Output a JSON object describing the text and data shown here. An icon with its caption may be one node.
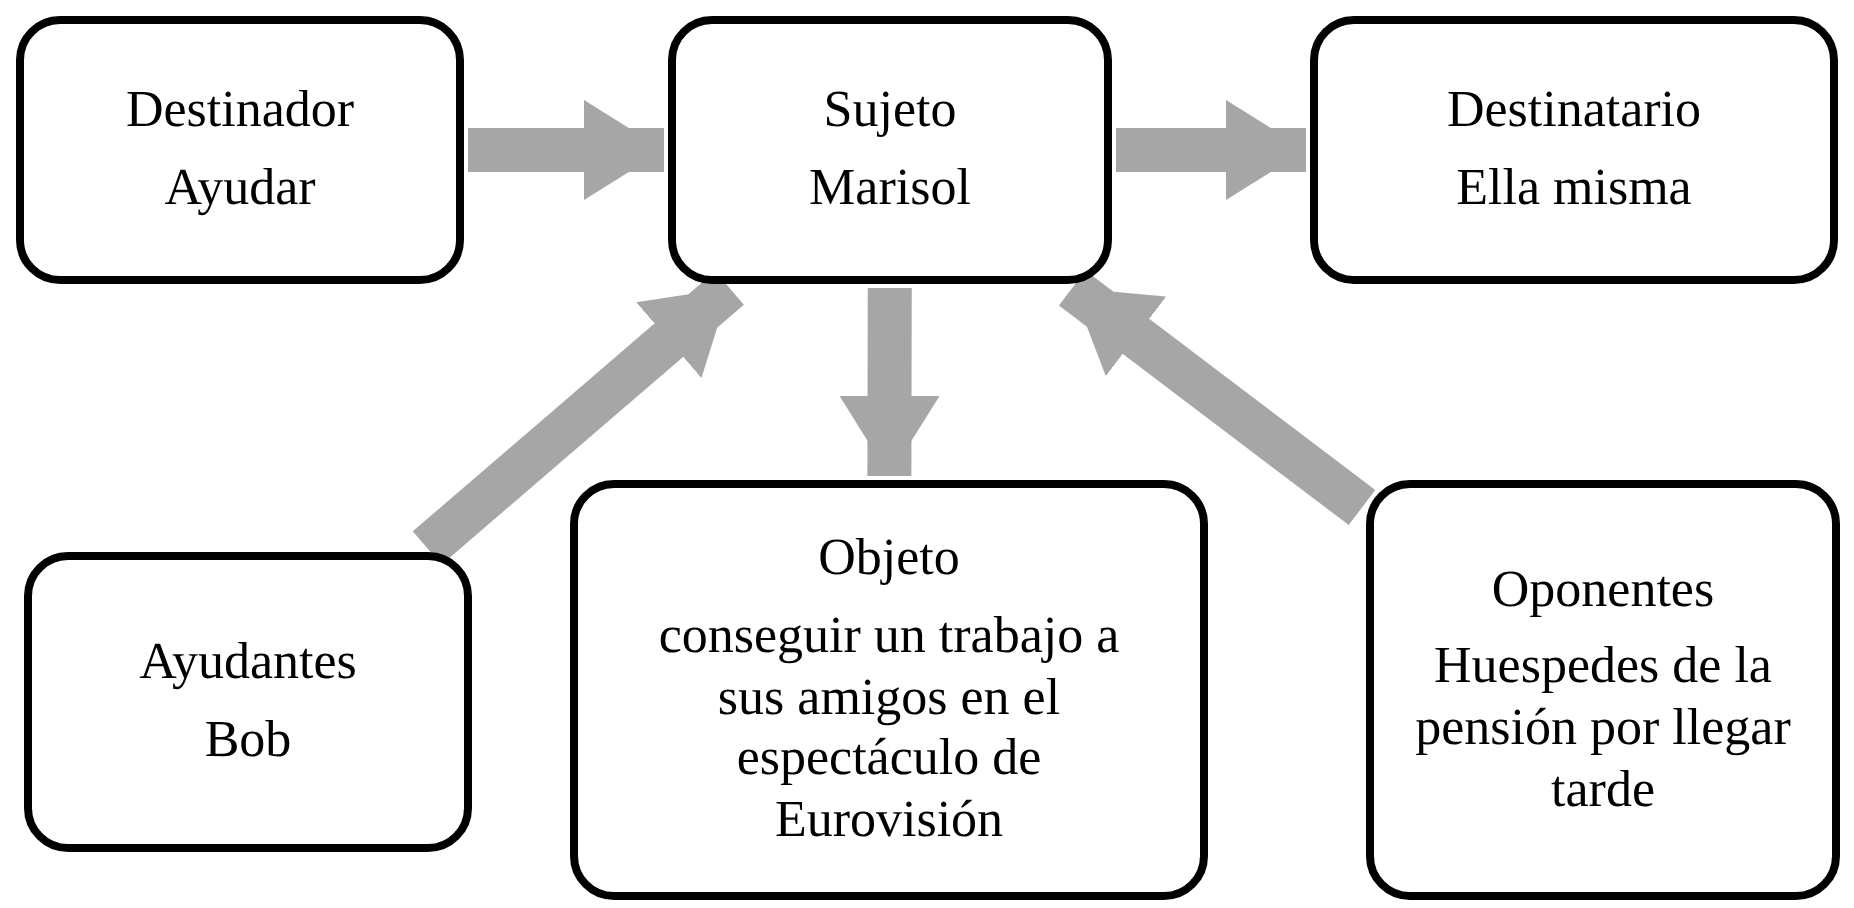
{
  "diagram": {
    "nodes": [
      {
        "text": [
          "Destinador",
          "Ayudar"
        ]
      },
      {
        "text": [
          "Sujeto",
          "Marisol"
        ]
      },
      {
        "text": [
          "Destinatario",
          "Ella misma"
        ]
      },
      {
        "text": [
          "Ayudantes",
          "Bob"
        ]
      },
      {
        "text": [
          "Objeto",
          "conseguir un trabajo a sus amigos en el espectáculo de Eurovisión"
        ]
      },
      {
        "text": [
          "Oponentes",
          "Huespedes de la pensión por llegar tarde"
        ]
      }
    ],
    "edges": [
      {
        "from": 0,
        "to": 1,
        "arrow": "to"
      },
      {
        "from": 1,
        "to": 2,
        "arrow": "to"
      },
      {
        "from": 1,
        "to": 4,
        "arrow": "to"
      },
      {
        "from": 3,
        "to": 1,
        "arrow": "to"
      },
      {
        "from": 5,
        "to": 1,
        "arrow": "to"
      }
    ]
  }
}
